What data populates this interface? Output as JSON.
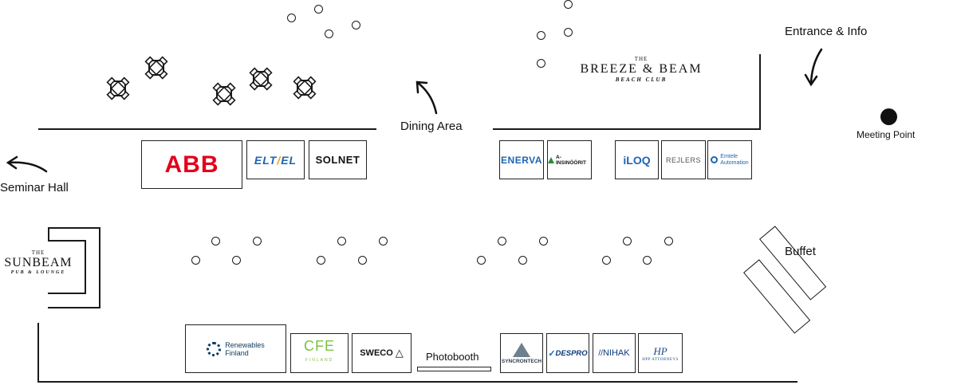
{
  "labels": {
    "entrance": "Entrance & Info",
    "meeting_point": "Meeting Point",
    "dining_area": "Dining Area",
    "seminar_hall": "Seminar Hall",
    "buffet": "Buffet",
    "photobooth": "Photobooth"
  },
  "venues": {
    "breeze": {
      "the": "THE",
      "main": "BREEZE & BEAM",
      "sub": "BEACH CLUB"
    },
    "sunbeam": {
      "the": "THE",
      "main": "SUNBEAM",
      "sub": "PUB & LOUNGE"
    }
  },
  "booths_top": [
    "ABB",
    "ELTEL",
    "SOLNET",
    "ENERVA",
    "A-INSINÖÖRIT",
    "iLOQ",
    "REJLERS",
    "Emtele Automation"
  ],
  "booths_bottom": [
    "Renewables Finland",
    "CFE FINLAND",
    "SWECO",
    "SYNCRONTECH",
    "DESPRO",
    "NIHAK",
    "HPP ATTORNEYS"
  ],
  "logos": {
    "abb": "ABB",
    "eltel_a": "ELT",
    "eltel_b": "/",
    "eltel_c": "EL",
    "solnet": "SOLNET",
    "enerva": "ENERVA",
    "ains": "A-INSINÖÖRIT",
    "iloq": "iLOQ",
    "rejlers": "REJLERS",
    "emtele_1": "Emtele",
    "emtele_2": "Automation",
    "renew_1": "Renewables",
    "renew_2": "Finland",
    "cfe": "CFE",
    "cfe_sub": "FINLAND",
    "sweco": "SWECO",
    "sync": "SYNCRONTECH",
    "despro": "DESPRO",
    "nihak": "NIHAK",
    "hpp": "HPP ATTORNEYS"
  },
  "colors": {
    "abb_red": "#e2001a",
    "eltel_blue": "#1e64b4",
    "eltel_yellow": "#e8a317",
    "cfe_green": "#7cc242",
    "navy": "#0a3a7a"
  },
  "icons": [
    "arrow-icon",
    "meeting-point-dot-icon",
    "chair-icon",
    "table-set-icon"
  ]
}
